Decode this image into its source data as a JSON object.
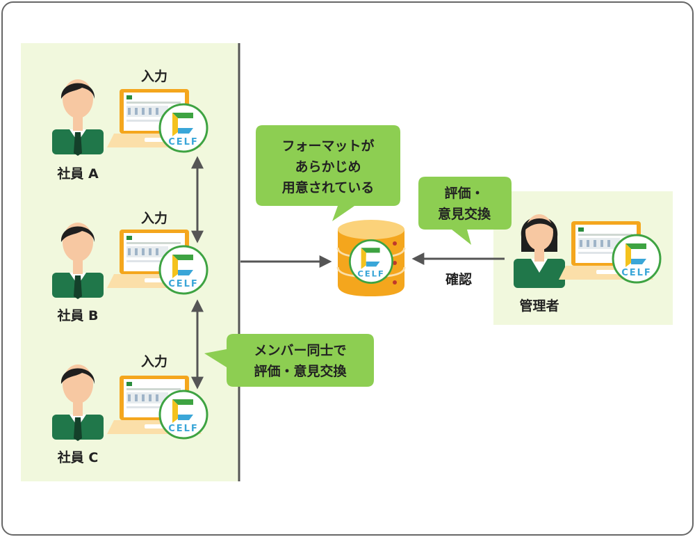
{
  "employees": [
    {
      "name": "社員 A",
      "action": "入力"
    },
    {
      "name": "社員 B",
      "action": "入力"
    },
    {
      "name": "社員 C",
      "action": "入力"
    }
  ],
  "manager": {
    "name": "管理者",
    "action": "確認"
  },
  "bubbles": {
    "format": [
      "フォーマットが",
      "あらかじめ",
      "用意されている"
    ],
    "member_exchange": [
      "メンバー同士で",
      "評価・意見交換"
    ],
    "manager_exchange": [
      "評価・",
      "意見交換"
    ]
  },
  "logo_text": "CELF",
  "colors": {
    "panel": "#f1f8dd",
    "bubble": "#8dce52",
    "shirt": "#20774a",
    "arrow": "#555555",
    "database": "#f4a61d",
    "logo_green": "#3ea342",
    "logo_blue": "#3aa6d8"
  }
}
